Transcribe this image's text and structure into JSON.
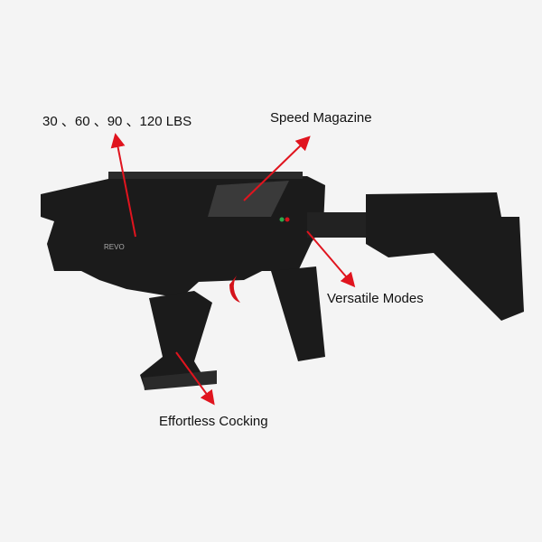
{
  "labels": {
    "draw_weight": "30 、60 、90 、120 LBS",
    "speed_magazine": "Speed Magazine",
    "versatile_modes": "Versatile Modes",
    "effortless_cocking": "Effortless Cocking"
  },
  "product_markings": {
    "model": "REVO"
  },
  "colors": {
    "background": "#f4f4f4",
    "body": "#1b1b1b",
    "arrow": "#e0141e",
    "trigger": "#d4141c"
  }
}
